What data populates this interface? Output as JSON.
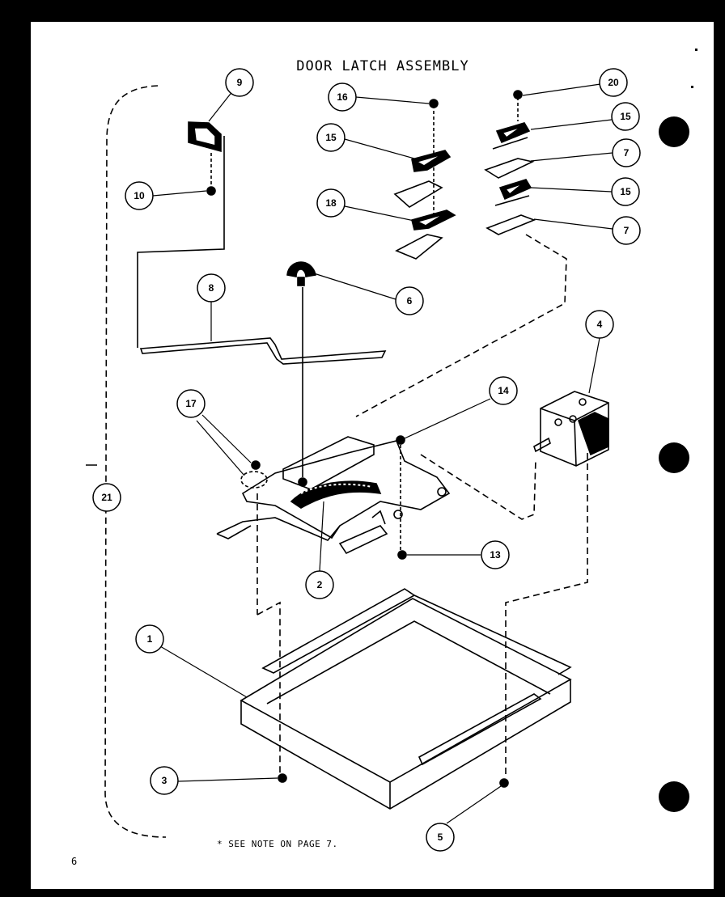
{
  "title": "DOOR LATCH ASSEMBLY",
  "note": "* SEE NOTE ON PAGE 7.",
  "page_number": "6",
  "callouts": [
    "9",
    "16",
    "20",
    "15",
    "15",
    "7",
    "10",
    "18",
    "15",
    "7",
    "8",
    "6",
    "4",
    "17",
    "14",
    "21",
    "13",
    "2",
    "1",
    "3",
    "5"
  ]
}
